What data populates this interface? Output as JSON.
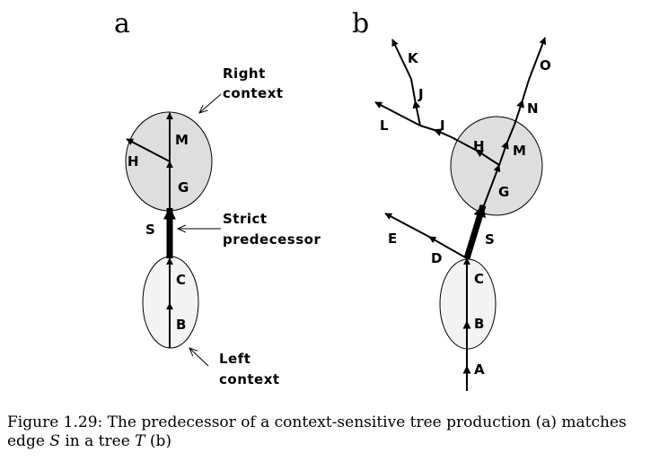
{
  "panels": {
    "a": {
      "letter": "a",
      "edge_labels": {
        "S": "S",
        "B": "B",
        "C": "C",
        "G": "G",
        "H": "H",
        "M": "M"
      },
      "annotations": {
        "right_context": [
          "Right",
          "context"
        ],
        "strict_predecessor": [
          "Strict",
          "predecessor"
        ],
        "left_context": [
          "Left",
          "context"
        ]
      }
    },
    "b": {
      "letter": "b",
      "edge_labels": {
        "A": "A",
        "B": "B",
        "C": "C",
        "D": "D",
        "E": "E",
        "S": "S",
        "G": "G",
        "H": "H",
        "M": "M",
        "N": "N",
        "O": "O",
        "I": "I",
        "J": "J",
        "K": "K",
        "L": "L"
      }
    }
  },
  "caption": {
    "lead": "Figure 1.29:  The predecessor of a context-sensitive tree production (a) matches edge ",
    "var_s": "S",
    "mid": " in a tree ",
    "var_t": "T",
    "tail": " (b)"
  },
  "colors": {
    "ellipse_right": "#dedede",
    "ellipse_left": "#f3f3f3",
    "stroke": "#000000"
  }
}
